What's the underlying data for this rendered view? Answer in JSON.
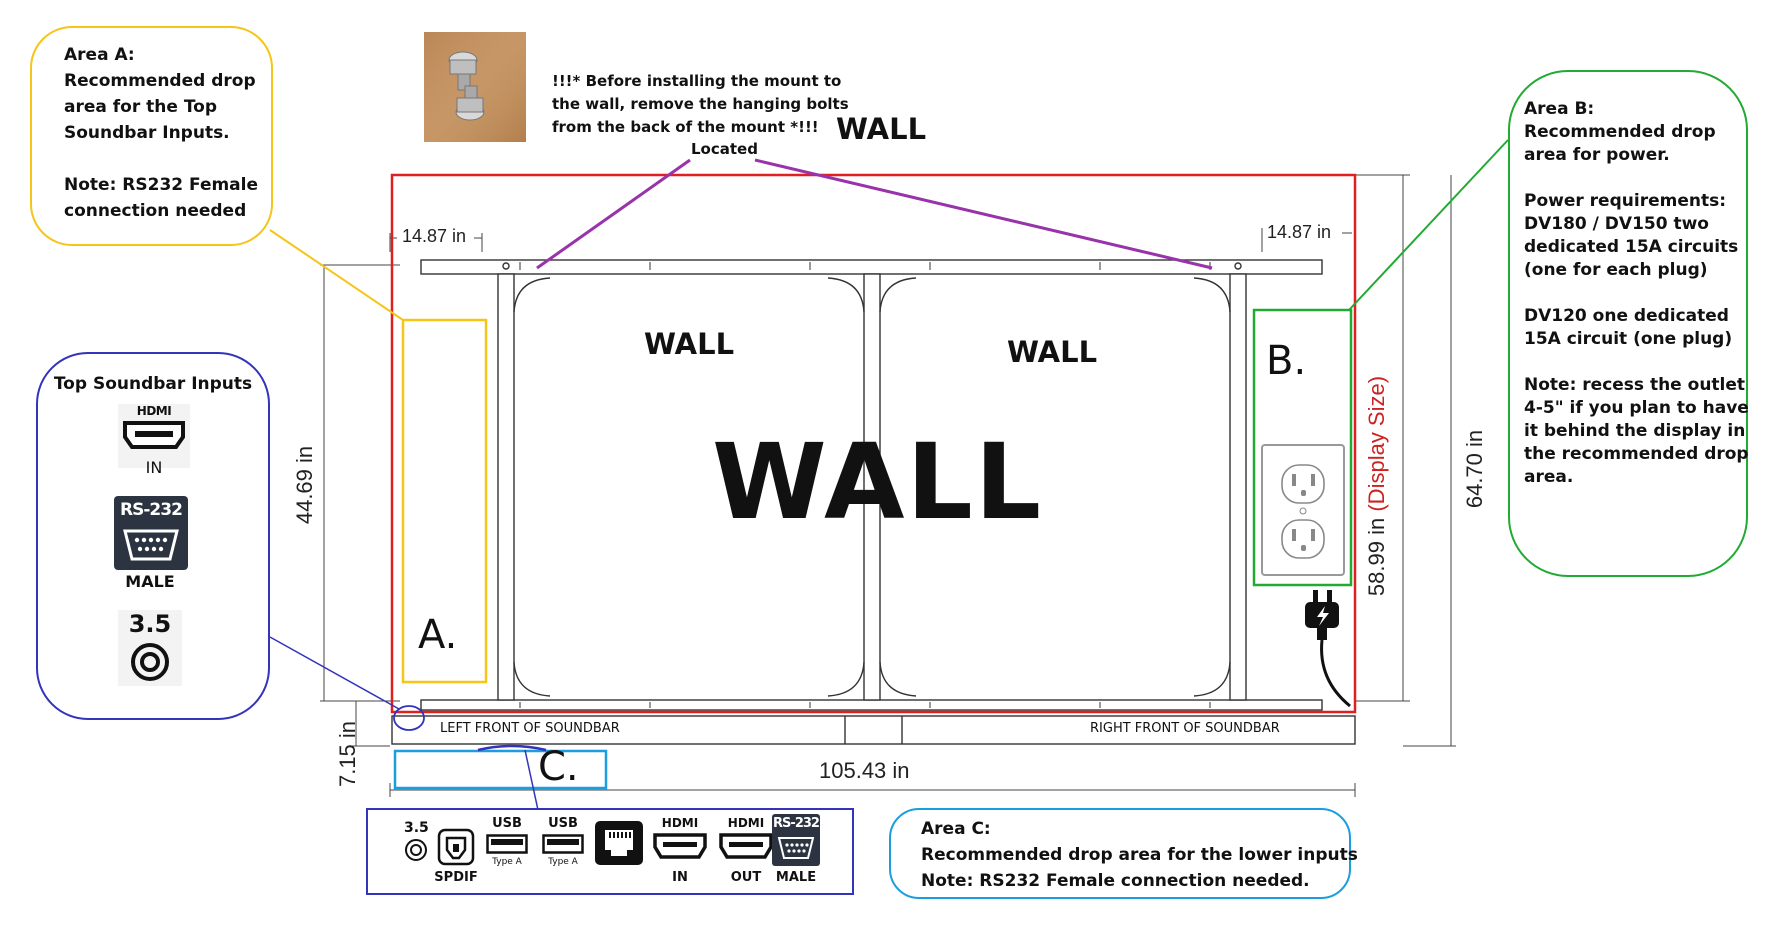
{
  "colors": {
    "area_a": "#f5c518",
    "area_b": "#22aa33",
    "area_c": "#1a9ee0",
    "top_inputs": "#3333bb",
    "wall_border": "#e02020",
    "bolt_lines": "#9933aa",
    "display_size": "#cc2222"
  },
  "area_a_note": {
    "lines": [
      "Area A:",
      "Recommended drop",
      "area for the Top",
      "Soundbar Inputs.",
      "",
      "Note: RS232 Female",
      "connection needed"
    ]
  },
  "area_b_note": {
    "lines": [
      "Area B:",
      "Recommended drop",
      "area for power.",
      "",
      "Power requirements:",
      "DV180 / DV150 two",
      "dedicated 15A circuits",
      "(one for each plug)",
      "",
      "DV120 one dedicated",
      "15A circuit (one plug)",
      "",
      "Note: recess the outlet",
      "4-5\" if you plan to have",
      "it behind the display in",
      "the recommended drop",
      "area."
    ]
  },
  "area_c_note": {
    "lines": [
      "Area C:",
      "Recommended drop area for the lower inputs",
      "Note: RS232 Female connection needed."
    ]
  },
  "bolt_warning": {
    "lines": [
      "!!!* Before installing the mount to",
      "the wall, remove the hanging bolts",
      "from the back of the mount *!!!"
    ],
    "located": "Located"
  },
  "wall_labels": {
    "top": "WALL",
    "left_panel": "WALL",
    "right_panel": "WALL",
    "center": "WALL"
  },
  "area_letters": {
    "a": "A.",
    "b": "B.",
    "c": "C."
  },
  "dimensions": {
    "left_offset": "14.87 in",
    "right_offset": "14.87 in",
    "mount_height": "44.69 in",
    "display_size_value": "58.99 in",
    "display_size_label": "(Display Size)",
    "total_height": "64.70 in",
    "soundbar_height": "7.15 in",
    "width": "105.43 in"
  },
  "soundbar": {
    "left_label": "LEFT FRONT OF SOUNDBAR",
    "right_label": "RIGHT FRONT OF SOUNDBAR"
  },
  "top_inputs": {
    "title": "Top Soundbar Inputs",
    "hdmi_logo": "HDMI",
    "hdmi_caption": "IN",
    "rs232_logo": "RS-232",
    "rs232_caption": "MALE",
    "audio_logo": "3.5"
  },
  "lower_inputs": {
    "audio": "3.5",
    "spdif": "SPDIF",
    "usb1": "USB",
    "usb1_type": "Type A",
    "usb2": "USB",
    "usb2_type": "Type A",
    "hdmi_in_logo": "HDMI",
    "hdmi_in": "IN",
    "hdmi_out_logo": "HDMI",
    "hdmi_out": "OUT",
    "rs232_logo": "RS-232",
    "rs232": "MALE"
  }
}
